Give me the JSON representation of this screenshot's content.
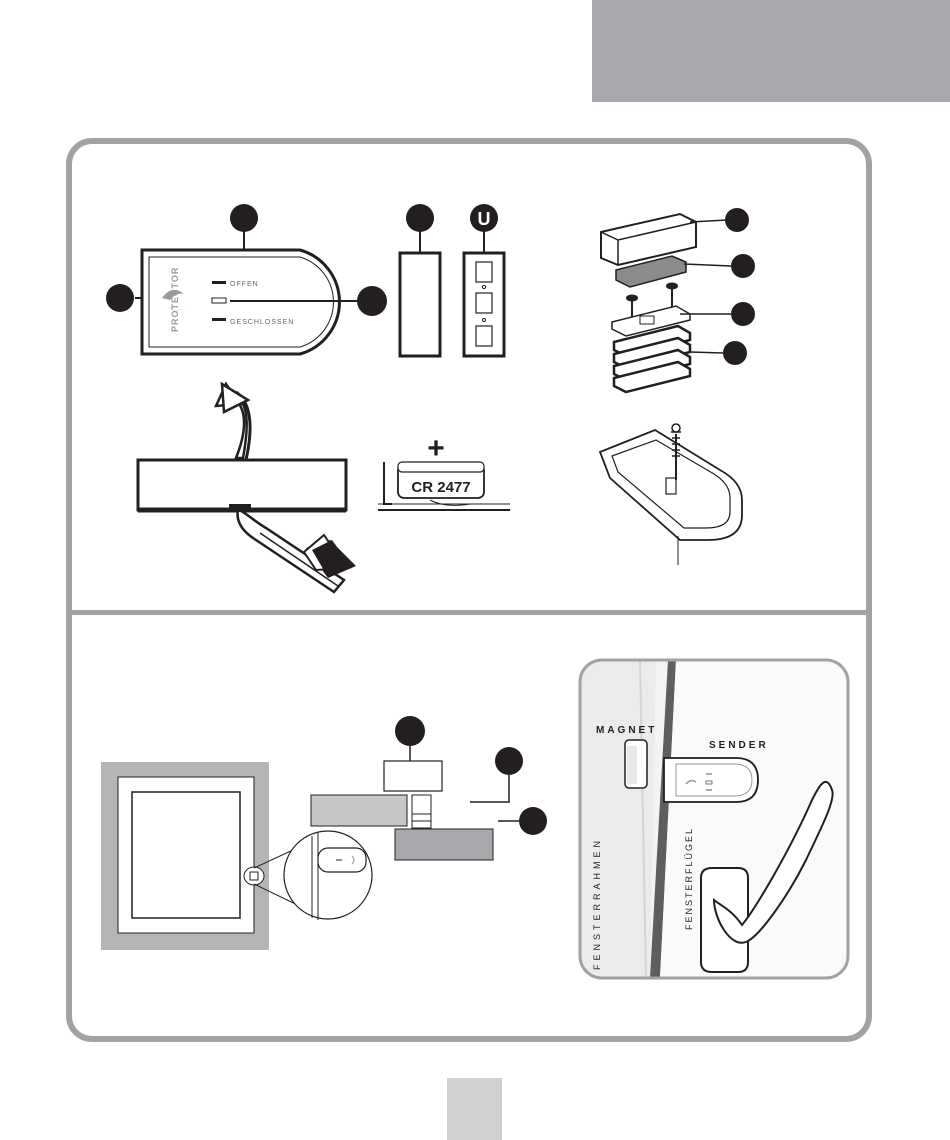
{
  "sender_leds": {
    "open_label": "OFFEN",
    "closed_label": "GESCHLOSSEN",
    "brand_logo": "PROTECTOR"
  },
  "battery": {
    "plus_symbol": "+",
    "type_label": "CR 2477"
  },
  "marker_badge": {
    "letter": "U"
  },
  "installation_photo": {
    "magnet_label": "MAGNET",
    "sender_label": "SENDER",
    "frame_label": "FENSTERRAHMEN",
    "sash_label": "FENSTERFLÜGEL"
  },
  "colors": {
    "panel_border": "#a0a2a5",
    "header_tab": "#a7a9ac",
    "page_tab": "#d0d1d3",
    "callout": "#231f20"
  }
}
